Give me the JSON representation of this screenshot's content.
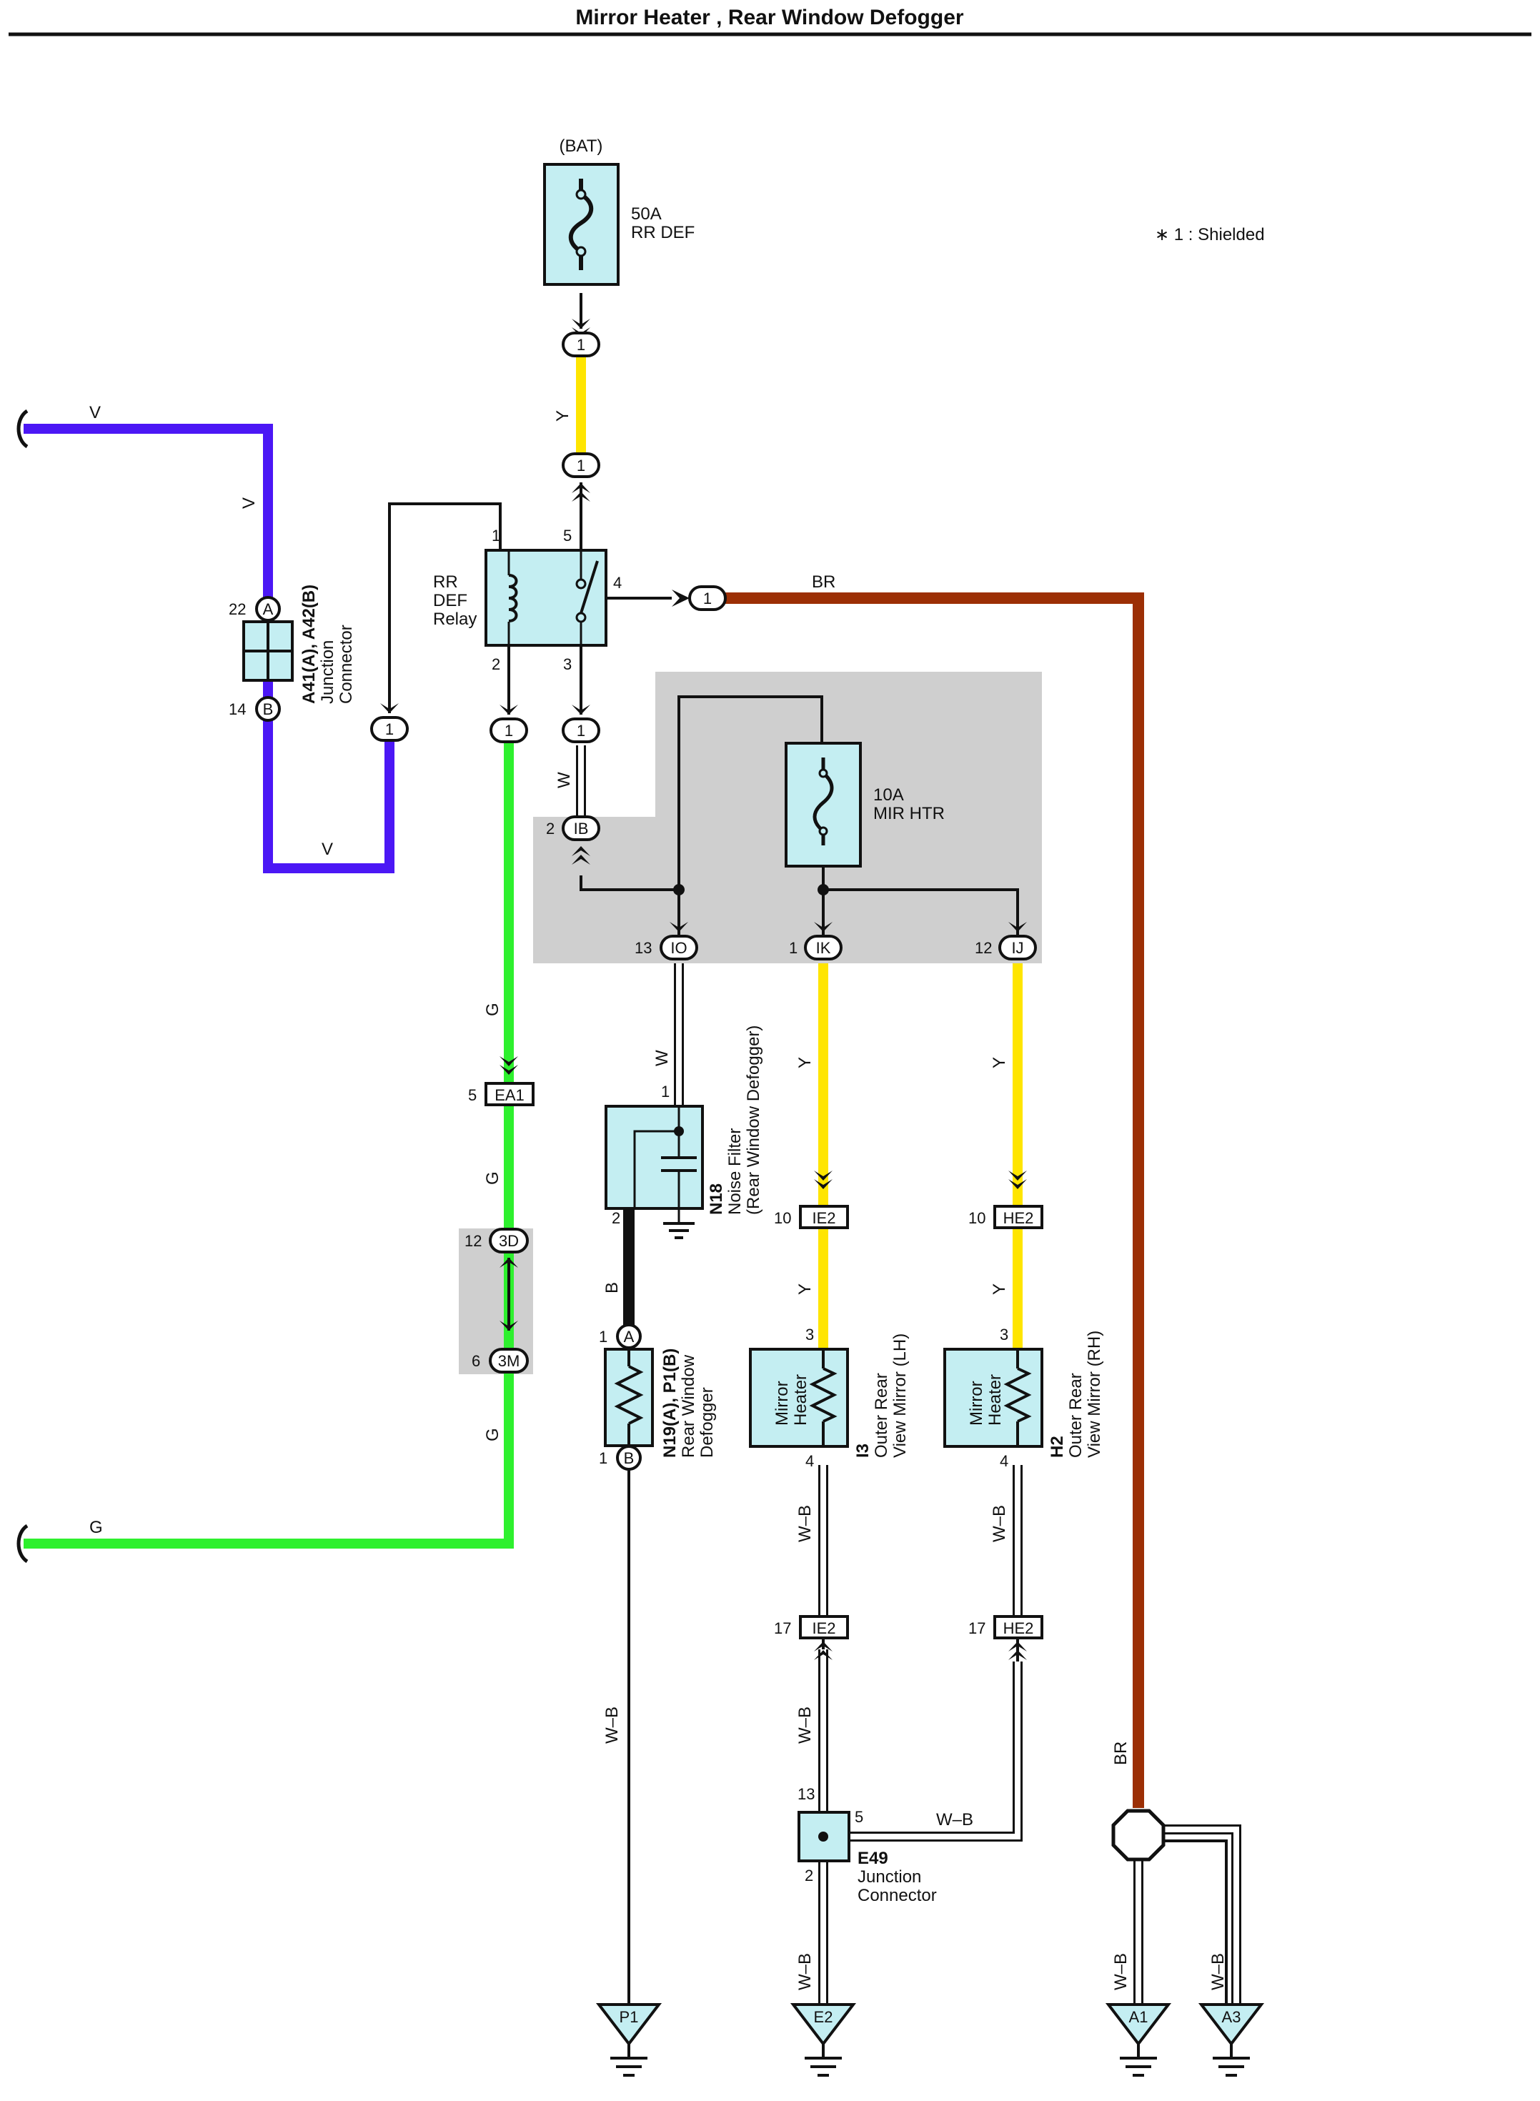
{
  "title": "Mirror Heater , Rear Window Defogger",
  "note": "∗ 1 : Shielded",
  "colors": {
    "violet": "#4b17f5",
    "yellow": "#ffe500",
    "green": "#2ef02e",
    "brown": "#9c2f05",
    "black": "#111111",
    "component_fill": "#c4eef2",
    "shaded_area": "#cfcfcf"
  },
  "power": {
    "source": "(BAT)",
    "fuse_rating": "50A",
    "fuse_name": "RR DEF"
  },
  "relay": {
    "line1": "RR",
    "line2": "DEF",
    "line3": "Relay",
    "pins": [
      "1",
      "5",
      "4",
      "2",
      "3"
    ]
  },
  "mir_fuse": {
    "rating": "10A",
    "name": "MIR HTR"
  },
  "junction_a41": {
    "title": "A41(A), A42(B)",
    "line1": "Junction",
    "line2": "Connector",
    "pin_a": "A",
    "pin_a_no": "22",
    "pin_b": "B",
    "pin_b_no": "14"
  },
  "noise_filter": {
    "code": "N18",
    "line1": "Noise Filter",
    "line2": "(Rear Window Defogger)",
    "pin1": "1",
    "pin2": "2"
  },
  "defogger": {
    "code": "N19(A), P1(B)",
    "line1": "Rear Window",
    "line2": "Defogger",
    "pin_top_no": "1",
    "pin_top": "A",
    "pin_bot_no": "1",
    "pin_bot": "B"
  },
  "mirror_lh": {
    "code": "I3",
    "line1": "Outer Rear",
    "line2": "View Mirror (LH)",
    "inner1": "Mirror",
    "inner2": "Heater",
    "pin_top": "3",
    "pin_bot": "4"
  },
  "mirror_rh": {
    "code": "H2",
    "line1": "Outer Rear",
    "line2": "View Mirror (RH)",
    "inner1": "Mirror",
    "inner2": "Heater",
    "pin_top": "3",
    "pin_bot": "4"
  },
  "junction_e49": {
    "code": "E49",
    "line1": "Junction",
    "line2": "Connector",
    "pin_top": "13",
    "pin_right": "5",
    "pin_bot": "2"
  },
  "connectors": {
    "c_top": "1",
    "c_mid": "1",
    "c_out": "1",
    "c_left": "1",
    "c_g": "1",
    "c_w": "1",
    "ib": "IB",
    "ib_no": "2",
    "io": "IO",
    "io_no": "13",
    "ik": "IK",
    "ik_no": "1",
    "ij": "IJ",
    "ij_no": "12",
    "ea1": "EA1",
    "ea1_no": "5",
    "d3": "3D",
    "d3_no": "12",
    "m3": "3M",
    "m3_no": "6",
    "ie2a": "IE2",
    "ie2a_no": "10",
    "he2a": "HE2",
    "he2a_no": "10",
    "ie2b": "IE2",
    "ie2b_no": "17",
    "he2b": "HE2",
    "he2b_no": "17"
  },
  "wire_labels": {
    "v_top": "V",
    "v_vert": "V",
    "v_bot": "V",
    "y_top": "Y",
    "br_top": "BR",
    "br_vert": "BR",
    "w_relay": "W",
    "g1": "G",
    "g2": "G",
    "g3": "G",
    "g_bottom": "G",
    "w_io": "W",
    "b_filter": "B",
    "y_ik": "Y",
    "y_ij": "Y",
    "y_ie2": "Y",
    "y_he2": "Y",
    "wb_lh": "W–B",
    "wb_rh": "W–B",
    "wb_p1": "W–B",
    "wb_lh2": "W–B",
    "wb_e49": "W–B",
    "wb_e2": "W–B",
    "wb_a1": "W–B",
    "wb_a3": "W–B"
  },
  "grounds": {
    "p1": "P1",
    "e2": "E2",
    "a1": "A1",
    "a3": "A3"
  }
}
